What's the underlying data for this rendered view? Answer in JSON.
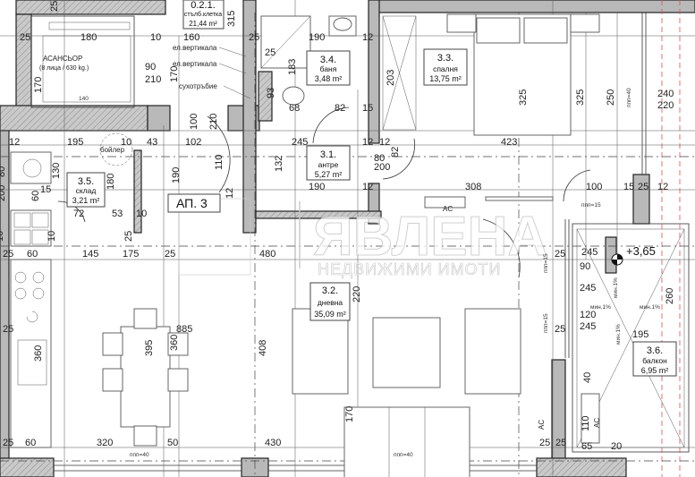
{
  "plan": {
    "apartment_label": "АП. 3",
    "elevation_mark": "+3,65",
    "watermark": {
      "brand": "ЯВЛЕНА",
      "tagline": "НЕДВИЖИМИ ИМОТИ"
    },
    "colors": {
      "walls": "#b9b9b9",
      "lines": "#333333",
      "facade_axis": "#e05050"
    }
  },
  "rooms": [
    {
      "number": "0.2.1.",
      "name": "стълб.клетка",
      "area": "21,44 m²"
    },
    {
      "number": "3.4.",
      "name": "баня",
      "area": "3,48 m²"
    },
    {
      "number": "3.3.",
      "name": "спалня",
      "area": "13,75 m²"
    },
    {
      "number": "3.1.",
      "name": "антре",
      "area": "5,27 m²"
    },
    {
      "number": "3.5.",
      "name": "склад",
      "area": "3,21 m²"
    },
    {
      "number": "3.2.",
      "name": "дневна",
      "area": "35,09 m²"
    },
    {
      "number": "3.6.",
      "name": "балкон",
      "area": "6,95 m²"
    }
  ],
  "annotations": {
    "elevator": "АСАНСЬОР",
    "elevator_capacity": "(8 лица / 630 kg.)",
    "elevator_inner": "140",
    "el_vertical_1": "ел.вертикала",
    "el_vertical_2": "ел.вертикала",
    "dry_riser": "сухотръбие",
    "boiler": "бойлер",
    "ac_1": "AC",
    "ac_2": "AC",
    "ac_3": "AC",
    "sill_1": "ппп=40",
    "sill_2": "ппп=40",
    "sill_3": "ппп=40",
    "sill_4": "ппп=15",
    "sill_5": "ппп=15",
    "sill_6": "ппп=15",
    "slope_1": "мин.1%",
    "slope_2": "мин.1%",
    "slope_3": "мин.1%",
    "slope_4": "мин.1%"
  },
  "dimensions": [
    "25",
    "180",
    "25",
    "10",
    "160",
    "315",
    "25",
    "190",
    "12",
    "170",
    "170",
    "90",
    "210",
    "183",
    "25",
    "93",
    "68",
    "82",
    "15",
    "12",
    "203",
    "325",
    "325",
    "250",
    "240",
    "220",
    "423",
    "195",
    "10",
    "43",
    "102",
    "245",
    "12",
    "12",
    "190",
    "308",
    "100",
    "15",
    "25",
    "12",
    "130",
    "180",
    "190",
    "110",
    "132",
    "82",
    "80",
    "200",
    "72",
    "53",
    "10",
    "60",
    "145",
    "175",
    "25",
    "480",
    "885",
    "360",
    "360",
    "395",
    "408",
    "220",
    "170",
    "320",
    "50",
    "430",
    "60",
    "25",
    "25",
    "25",
    "245",
    "90",
    "245",
    "120",
    "245",
    "195",
    "260",
    "40",
    "110",
    "65",
    "20",
    "25",
    "25",
    "25",
    "25",
    "100",
    "210",
    "12",
    "12",
    "80",
    "200",
    "60",
    "15",
    "10",
    "10",
    "25"
  ]
}
